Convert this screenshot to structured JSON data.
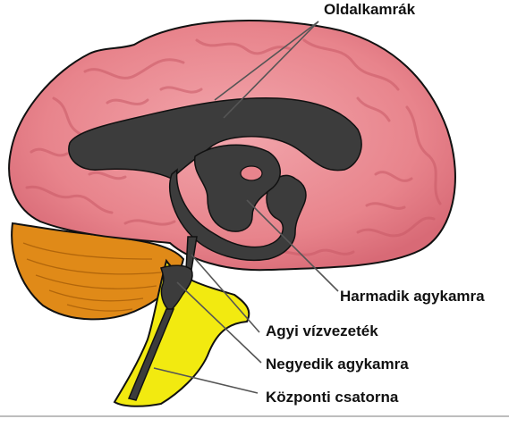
{
  "colors": {
    "cerebrum": "#e8848c",
    "cerebrum_fold": "#c85a66",
    "cerebellum": "#e08a18",
    "brainstem": "#f2ea10",
    "ventricle": "#3c3c3c",
    "outline": "#111111",
    "leader": "#555555"
  },
  "labels": {
    "lateral_ventricles": "Oldalkamrák",
    "third_ventricle": "Harmadik agykamra",
    "cerebral_aqueduct": "Agyi vízvezeték",
    "fourth_ventricle": "Negyedik agykamra",
    "central_canal": "Központi csatorna"
  }
}
